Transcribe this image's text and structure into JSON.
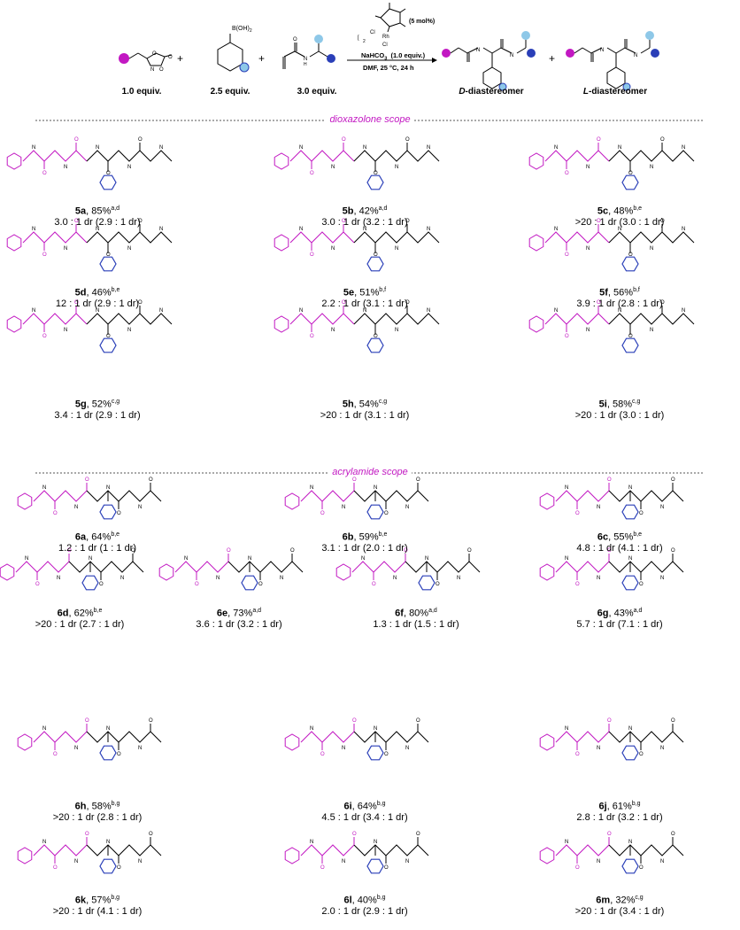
{
  "scheme": {
    "reagent_equiv": [
      "1.0 equiv.",
      "2.5 equiv.",
      "3.0 equiv."
    ],
    "boronic_label": "B(OH)",
    "catalyst_loading": "(5 mol%)",
    "base": "NaHCO",
    "base_equiv": "(1.0 equiv.)",
    "conditions": "DMF, 25 °C, 24 h",
    "products": [
      {
        "prefix": "D",
        "suffix": "-diastereomer"
      },
      {
        "prefix": "L",
        "suffix": "-diastereomer"
      }
    ]
  },
  "sections": {
    "dioxazolone": "dioxazolone scope",
    "acrylamide": "acrylamide scope"
  },
  "compounds": [
    {
      "id": "5a",
      "yield": "85%",
      "sup": "a,d",
      "dr": "3.0 : 1 dr (2.9 : 1 dr)"
    },
    {
      "id": "5b",
      "yield": "42%",
      "sup": "a,d",
      "dr": "3.0 : 1 dr (3.2 : 1 dr)"
    },
    {
      "id": "5c",
      "yield": "48%",
      "sup": "b,e",
      "dr": ">20 : 1 dr (3.0 : 1 dr)"
    },
    {
      "id": "5d",
      "yield": "46%",
      "sup": "b,e",
      "dr": "12 : 1 dr (2.9 : 1 dr)"
    },
    {
      "id": "5e",
      "yield": "51%",
      "sup": "b,f",
      "dr": "2.2 : 1 dr (3.1 : 1 dr)"
    },
    {
      "id": "5f",
      "yield": "56%",
      "sup": "b,f",
      "dr": "3.9 : 1 dr (2.8 : 1 dr)"
    },
    {
      "id": "5g",
      "yield": "52%",
      "sup": "c,g",
      "dr": "3.4 : 1 dr (2.9 : 1 dr)"
    },
    {
      "id": "5h",
      "yield": "54%",
      "sup": "c,g",
      "dr": ">20 : 1 dr (3.1 : 1 dr)"
    },
    {
      "id": "5i",
      "yield": "58%",
      "sup": "c,g",
      "dr": ">20 : 1 dr (3.0 : 1 dr)"
    },
    {
      "id": "6a",
      "yield": "64%",
      "sup": "b,e",
      "dr": "1.2 : 1 dr (1 : 1 dr)"
    },
    {
      "id": "6b",
      "yield": "59%",
      "sup": "b,e",
      "dr": "3.1 : 1 dr (2.0 : 1 dr)"
    },
    {
      "id": "6c",
      "yield": "55%",
      "sup": "b,e",
      "dr": "4.8 : 1 dr (4.1 : 1 dr)"
    },
    {
      "id": "6d",
      "yield": "62%",
      "sup": "b,e",
      "dr": ">20 : 1 dr (2.7 : 1 dr)"
    },
    {
      "id": "6e",
      "yield": "73%",
      "sup": "a,d",
      "dr": "3.6 : 1 dr (3.2 : 1 dr)"
    },
    {
      "id": "6f",
      "yield": "80%",
      "sup": "a,d",
      "dr": "1.3 : 1 dr (1.5 : 1 dr)"
    },
    {
      "id": "6g",
      "yield": "43%",
      "sup": "a,d",
      "dr": "5.7 : 1 dr (7.1 : 1 dr)"
    },
    {
      "id": "6h",
      "yield": "58%",
      "sup": "b,g",
      "dr": ">20 : 1 dr (2.8 : 1 dr)"
    },
    {
      "id": "6i",
      "yield": "64%",
      "sup": "b,g",
      "dr": "4.5 : 1 dr (3.4 : 1 dr)"
    },
    {
      "id": "6j",
      "yield": "61%",
      "sup": "b,g",
      "dr": "2.8 : 1 dr (3.2 : 1 dr)"
    },
    {
      "id": "6k",
      "yield": "57%",
      "sup": "b,g",
      "dr": ">20 : 1 dr (4.1 : 1 dr)"
    },
    {
      "id": "6l",
      "yield": "40%",
      "sup": "b,g",
      "dr": "2.0 : 1 dr (2.9 : 1 dr)"
    },
    {
      "id": "6m",
      "yield": "32%",
      "sup": "c,g",
      "dr": ">20 : 1 dr (3.4 : 1 dr)"
    }
  ],
  "colors": {
    "magenta": "#c218c2",
    "blue": "#2a3fb8",
    "light_blue": "#8ec8e8"
  }
}
